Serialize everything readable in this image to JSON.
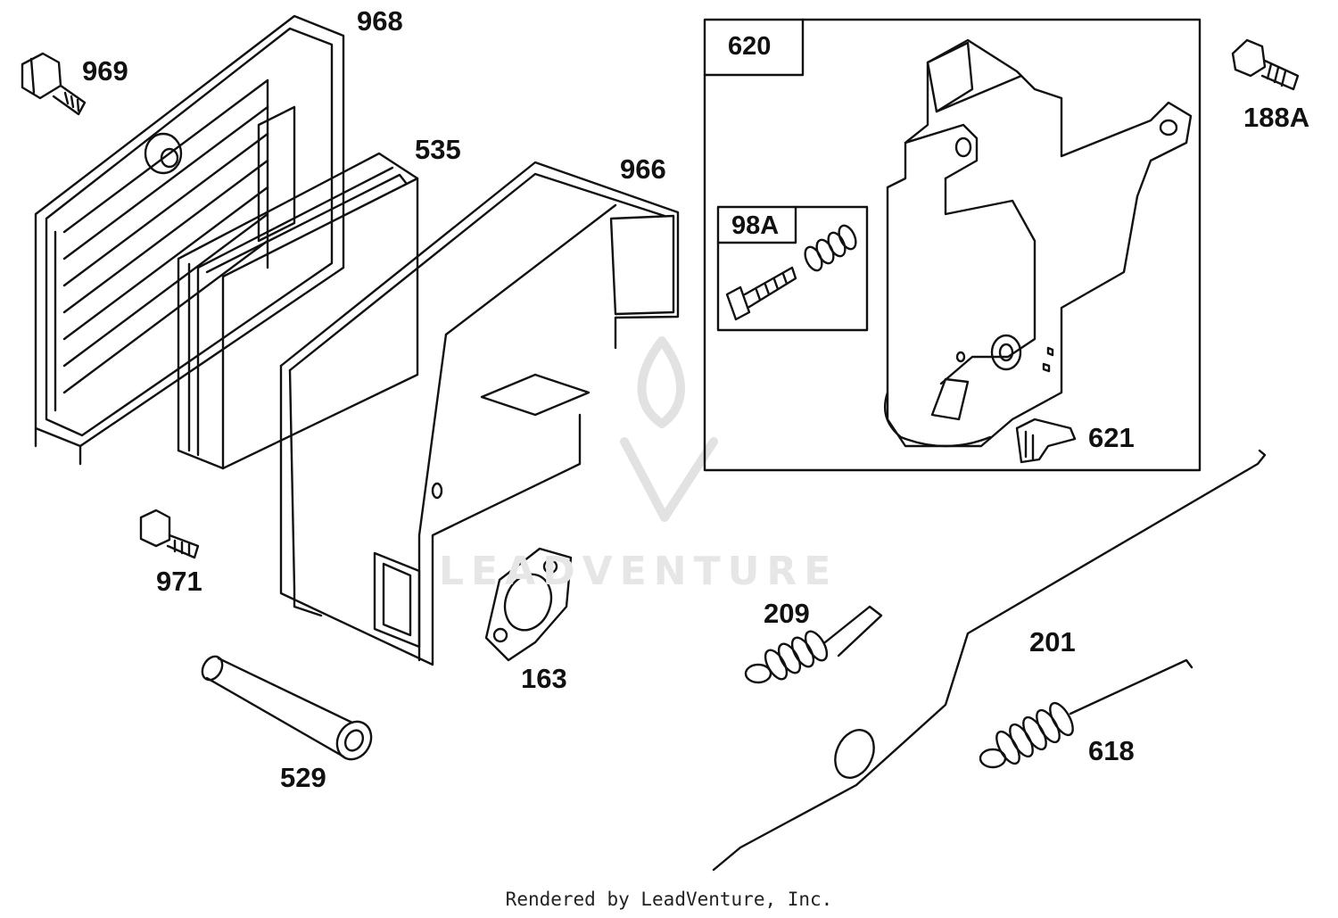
{
  "diagram": {
    "labels": {
      "p968": "968",
      "p969": "969",
      "p535": "535",
      "p966": "966",
      "p620": "620",
      "p188a": "188A",
      "p98a": "98A",
      "p621": "621",
      "p971": "971",
      "p163": "163",
      "p529": "529",
      "p209": "209",
      "p201": "201",
      "p618": "618"
    },
    "watermark": "LEADVENTURE",
    "footer": "Rendered by LeadVenture, Inc."
  }
}
